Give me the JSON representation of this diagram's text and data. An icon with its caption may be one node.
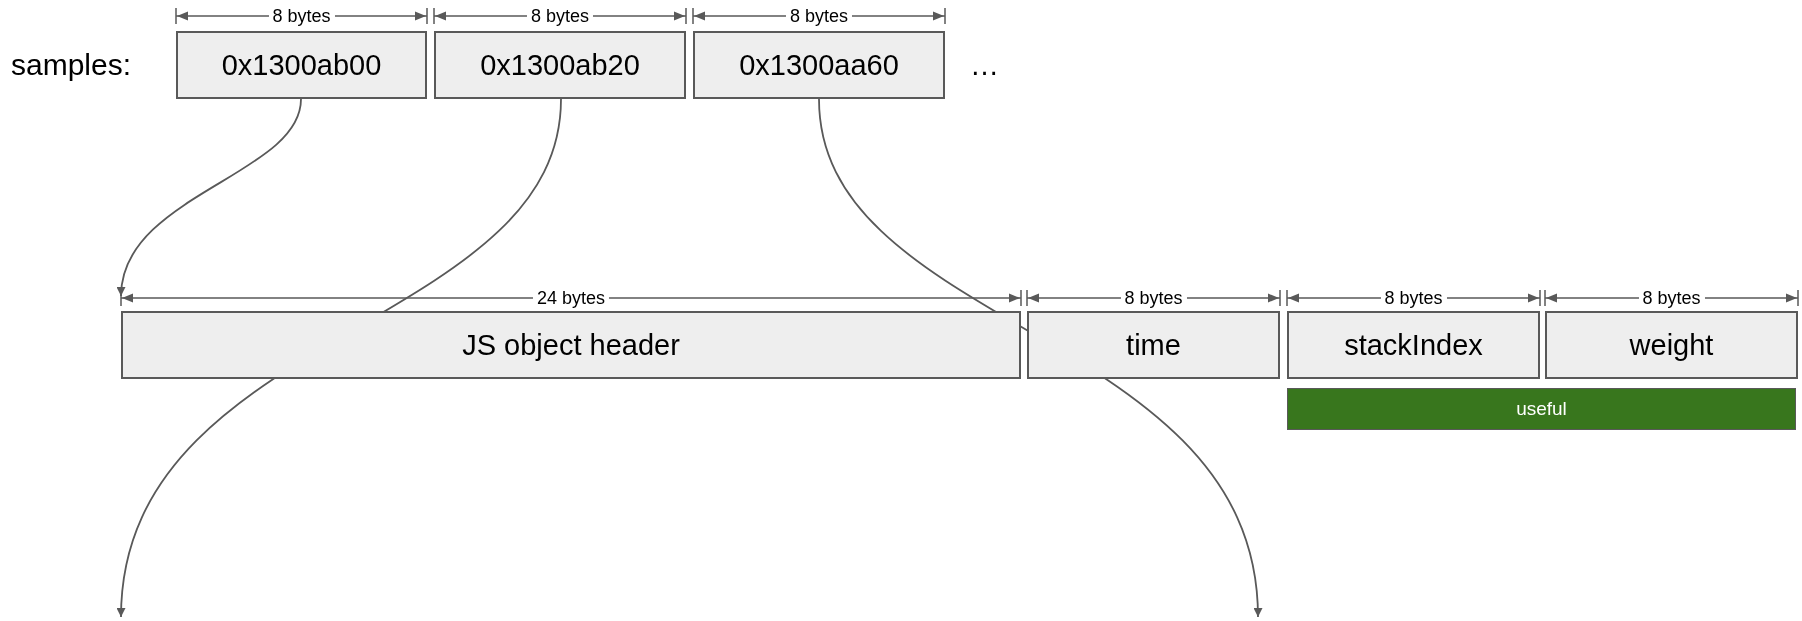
{
  "diagram": {
    "nodes": [
      {
        "text": [
          "0x1300ab00"
        ]
      },
      {
        "text": [
          "0x1300ab20"
        ]
      },
      {
        "text": [
          "0x1300aa60"
        ]
      },
      {
        "text": [
          "JS object header"
        ]
      },
      {
        "text": [
          "time"
        ]
      },
      {
        "text": [
          "stackIndex"
        ]
      },
      {
        "text": [
          "weight"
        ]
      },
      {
        "text": [
          "useful"
        ]
      }
    ],
    "edges": [
      {
        "from": 0,
        "to": 3,
        "arrow": "to"
      },
      {
        "from": 1,
        "to": null,
        "arrow": "to"
      },
      {
        "from": 2,
        "to": null,
        "arrow": "to"
      }
    ],
    "labels": [
      "8 bytes",
      "8 bytes",
      "8 bytes",
      "samples:",
      "…",
      "24 bytes",
      "8 bytes",
      "8 bytes",
      "8 bytes"
    ]
  }
}
